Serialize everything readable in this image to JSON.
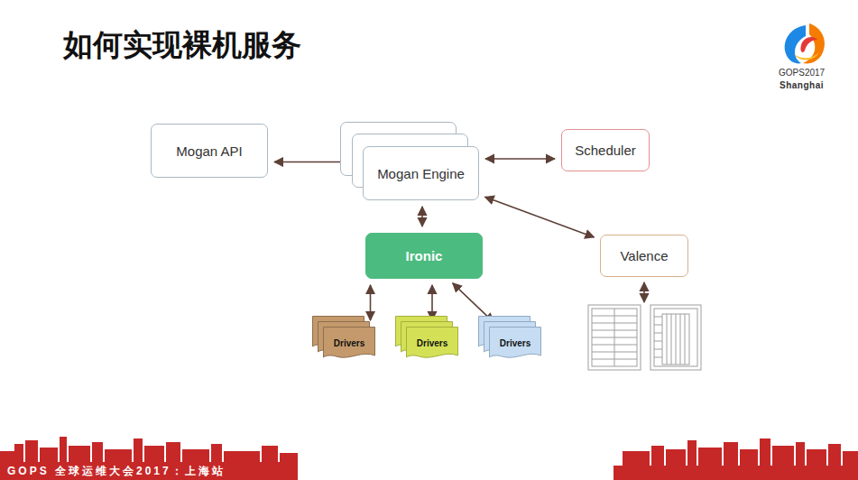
{
  "diagram": {
    "title": "如何实现裸机服务",
    "nodes": [
      {
        "text": [
          "Mogan API"
        ]
      },
      {
        "text": [
          "Mogan Engine"
        ]
      },
      {
        "text": [
          "Scheduler"
        ]
      },
      {
        "text": [
          "Ironic"
        ]
      },
      {
        "text": [
          "Valence"
        ]
      },
      {
        "text": [
          "Drivers"
        ]
      },
      {
        "text": [
          "Drivers"
        ]
      },
      {
        "text": [
          "Drivers"
        ]
      }
    ],
    "edges": [
      {
        "from": 0,
        "to": 1,
        "arrow": "both"
      },
      {
        "from": 1,
        "to": 2,
        "arrow": "both"
      },
      {
        "from": 1,
        "to": 3,
        "arrow": "both"
      },
      {
        "from": 1,
        "to": 4,
        "arrow": "both"
      },
      {
        "from": 3,
        "to": 5,
        "arrow": "both"
      },
      {
        "from": 3,
        "to": 6,
        "arrow": "both"
      },
      {
        "from": 3,
        "to": 7,
        "arrow": "both"
      }
    ],
    "labels": [
      "GOPS2017",
      "Shanghai",
      "GOPS 全球运维大会2017：上海站"
    ]
  }
}
